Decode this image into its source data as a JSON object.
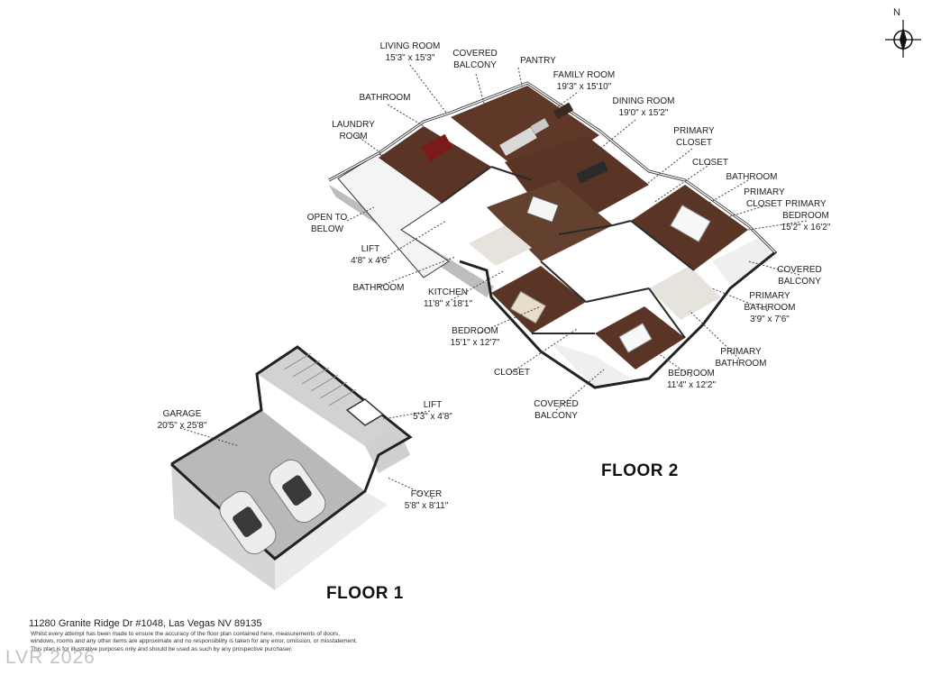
{
  "floor1": {
    "title": "FLOOR 1",
    "rooms": [
      {
        "name": "GARAGE",
        "dims": "20'5\" x 25'8\""
      },
      {
        "name": "LIFT",
        "dims": "5'3\" x 4'8\""
      },
      {
        "name": "FOYER",
        "dims": "5'8\" x 8'11\""
      }
    ]
  },
  "floor2": {
    "title": "FLOOR 2",
    "rooms": [
      {
        "name": "LIVING ROOM",
        "dims": "15'3\" x 15'3\""
      },
      {
        "name": "COVERED BALCONY",
        "dims": ""
      },
      {
        "name": "PANTRY",
        "dims": ""
      },
      {
        "name": "FAMILY ROOM",
        "dims": "19'3\" x 15'10\""
      },
      {
        "name": "DINING ROOM",
        "dims": "19'0\" x 15'2\""
      },
      {
        "name": "BATHROOM",
        "dims": ""
      },
      {
        "name": "LAUNDRY ROOM",
        "dims": ""
      },
      {
        "name": "PRIMARY CLOSET",
        "dims": ""
      },
      {
        "name": "CLOSET",
        "dims": ""
      },
      {
        "name": "BATHROOM",
        "dims": ""
      },
      {
        "name": "PRIMARY CLOSET",
        "dims": ""
      },
      {
        "name": "PRIMARY BEDROOM",
        "dims": "15'2\" x 16'2\""
      },
      {
        "name": "OPEN TO BELOW",
        "dims": ""
      },
      {
        "name": "LIFT",
        "dims": "4'8\" x 4'6\""
      },
      {
        "name": "COVERED BALCONY",
        "dims": ""
      },
      {
        "name": "BATHROOM",
        "dims": ""
      },
      {
        "name": "KITCHEN",
        "dims": "11'8\" x 18'1\""
      },
      {
        "name": "PRIMARY BATHROOM",
        "dims": "3'9\" x 7'6\""
      },
      {
        "name": "BEDROOM",
        "dims": "15'1\" x 12'7\""
      },
      {
        "name": "PRIMARY BATHROOM",
        "dims": ""
      },
      {
        "name": "CLOSET",
        "dims": ""
      },
      {
        "name": "BEDROOM",
        "dims": "11'4\" x 12'2\""
      },
      {
        "name": "COVERED BALCONY",
        "dims": ""
      }
    ]
  },
  "address": "11280 Granite Ridge Dr #1048, Las Vegas NV 89135",
  "disclaimer": [
    "Whilst every attempt has been made to ensure the accuracy of the floor plan contained here, measurements of doors,",
    "windows, rooms and any other items are approximate and no responsibility is taken for any error, omission, or misstatement.",
    "This plan is for illustrative purposes only and should be used as such by any prospective purchaser."
  ],
  "compass_label": "N",
  "watermark": "LVR 2026",
  "colors": {
    "wood_floor": "#5a3526",
    "wall": "#f2f2f2",
    "wall_side": "#cfcfcf",
    "concrete": "#b9b9b9",
    "tile": "#e6e3dc"
  }
}
